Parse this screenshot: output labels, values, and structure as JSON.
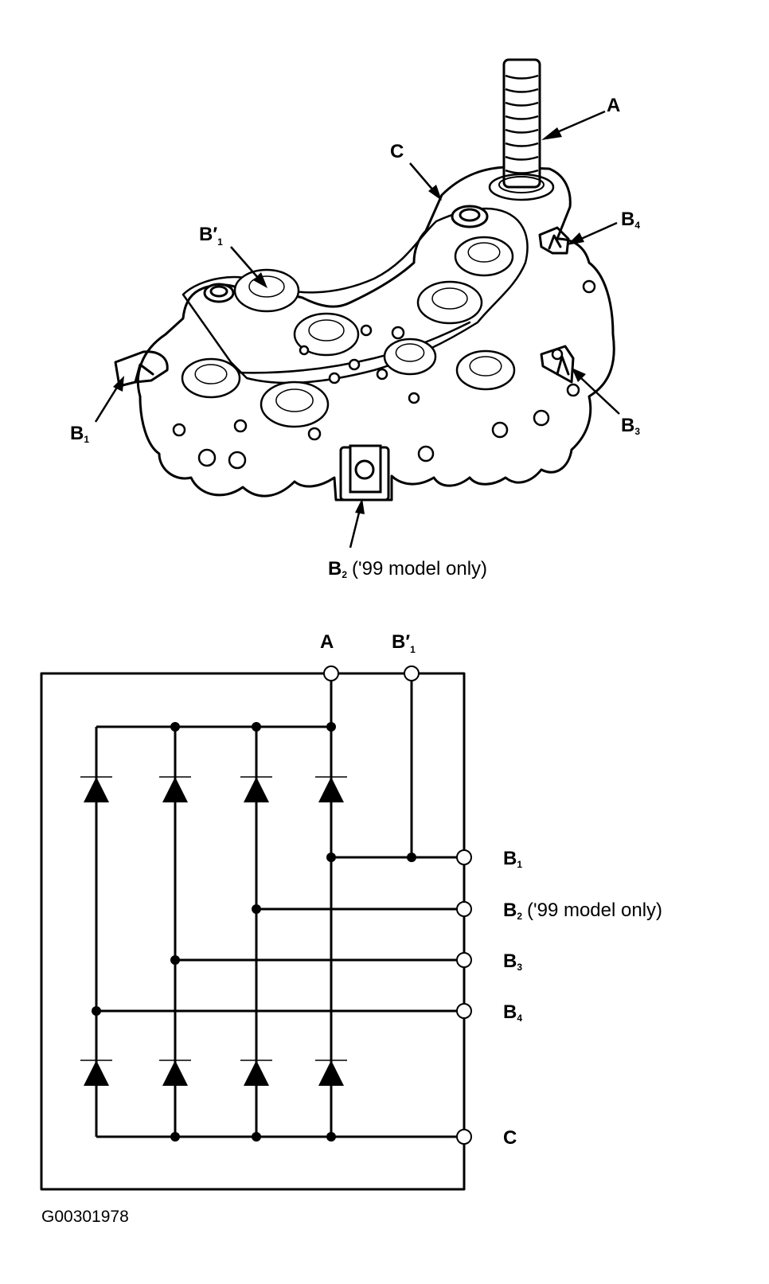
{
  "figure_id": "G00301978",
  "illustration": {
    "title": "Rectifier assembly",
    "callouts": [
      {
        "id": "A",
        "main": "A",
        "sub": "",
        "note": ""
      },
      {
        "id": "C",
        "main": "C",
        "sub": "",
        "note": ""
      },
      {
        "id": "B4",
        "main": "B",
        "sub": "4",
        "note": ""
      },
      {
        "id": "B1prime",
        "main": "B′",
        "sub": "1",
        "note": ""
      },
      {
        "id": "B1",
        "main": "B",
        "sub": "1",
        "note": ""
      },
      {
        "id": "B3",
        "main": "B",
        "sub": "3",
        "note": ""
      },
      {
        "id": "B2",
        "main": "B",
        "sub": "2",
        "note": "('99 model only)"
      }
    ]
  },
  "schematic": {
    "title": "Rectifier circuit",
    "top_terminals": [
      {
        "id": "A",
        "main": "A",
        "sub": ""
      },
      {
        "id": "B1prime",
        "main": "B′",
        "sub": "1"
      }
    ],
    "right_terminals": [
      {
        "id": "B1",
        "main": "B",
        "sub": "1",
        "note": ""
      },
      {
        "id": "B2",
        "main": "B",
        "sub": "2",
        "note": "('99 model only)"
      },
      {
        "id": "B3",
        "main": "B",
        "sub": "3",
        "note": ""
      },
      {
        "id": "B4",
        "main": "B",
        "sub": "4",
        "note": ""
      },
      {
        "id": "C",
        "main": "C",
        "sub": "",
        "note": ""
      }
    ],
    "diodes": {
      "positive_side_count": 4,
      "negative_side_count": 4,
      "direction": "anode-bottom, cathode-top"
    },
    "connections": [
      {
        "from": "A",
        "to": "positive diode cathodes (bus)"
      },
      {
        "from": "B1prime",
        "to": "B1"
      },
      {
        "from": "B1",
        "to": "phase column 4"
      },
      {
        "from": "B2",
        "to": "phase column 3"
      },
      {
        "from": "B3",
        "to": "phase column 2"
      },
      {
        "from": "B4",
        "to": "phase column 1"
      },
      {
        "from": "C",
        "to": "negative diode anodes (bus)"
      }
    ]
  }
}
